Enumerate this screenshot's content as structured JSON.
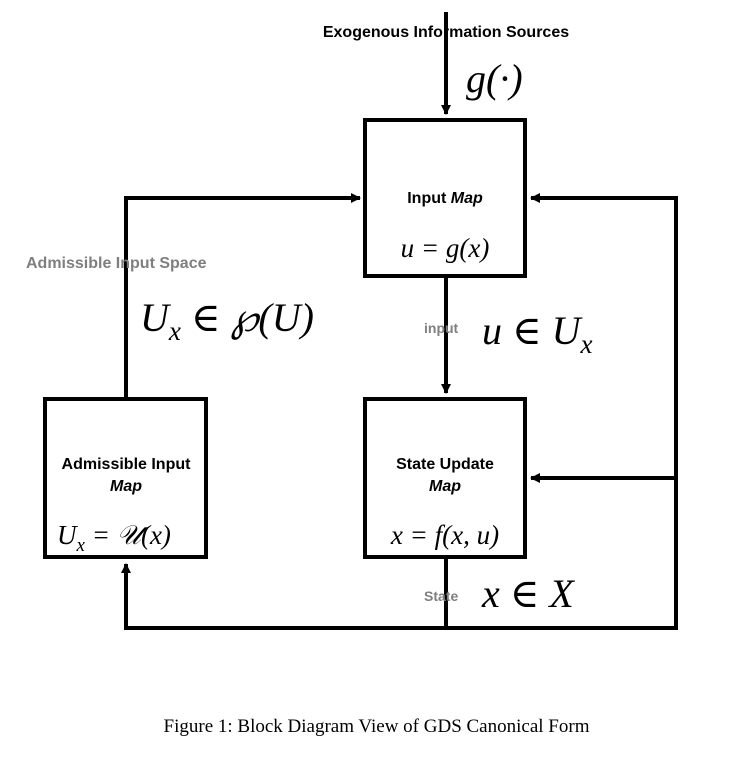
{
  "diagram": {
    "source_label": "Exogenous Information Sources",
    "source_func": "g(·)",
    "blocks": {
      "input_map": {
        "title": "Input",
        "title_italic": "Map",
        "formula": "u = g(x)"
      },
      "state_update": {
        "title": "State Update",
        "title_italic": "Map",
        "formula": "x = f(x, u)"
      },
      "admissible_input": {
        "title": "Admissible Input",
        "title_italic": "Map",
        "formula_lhs": "U",
        "formula_sub": "x",
        "formula_rhs": " = 𝒰(x)"
      }
    },
    "edges": {
      "admissible_space": {
        "label": "Admissible Input Space",
        "math_lhs": "U",
        "math_sub": "x",
        "math_rhs": " ∈ ℘(U)"
      },
      "input": {
        "label": "input",
        "math_lhs": "u ∈ U",
        "math_sub": "x"
      },
      "state": {
        "label": "State",
        "math": "x ∈ X"
      }
    },
    "colors": {
      "line": "#000000",
      "edge_label": "#7f7f7f"
    }
  },
  "caption": "Figure 1: Block Diagram View of GDS Canonical Form"
}
